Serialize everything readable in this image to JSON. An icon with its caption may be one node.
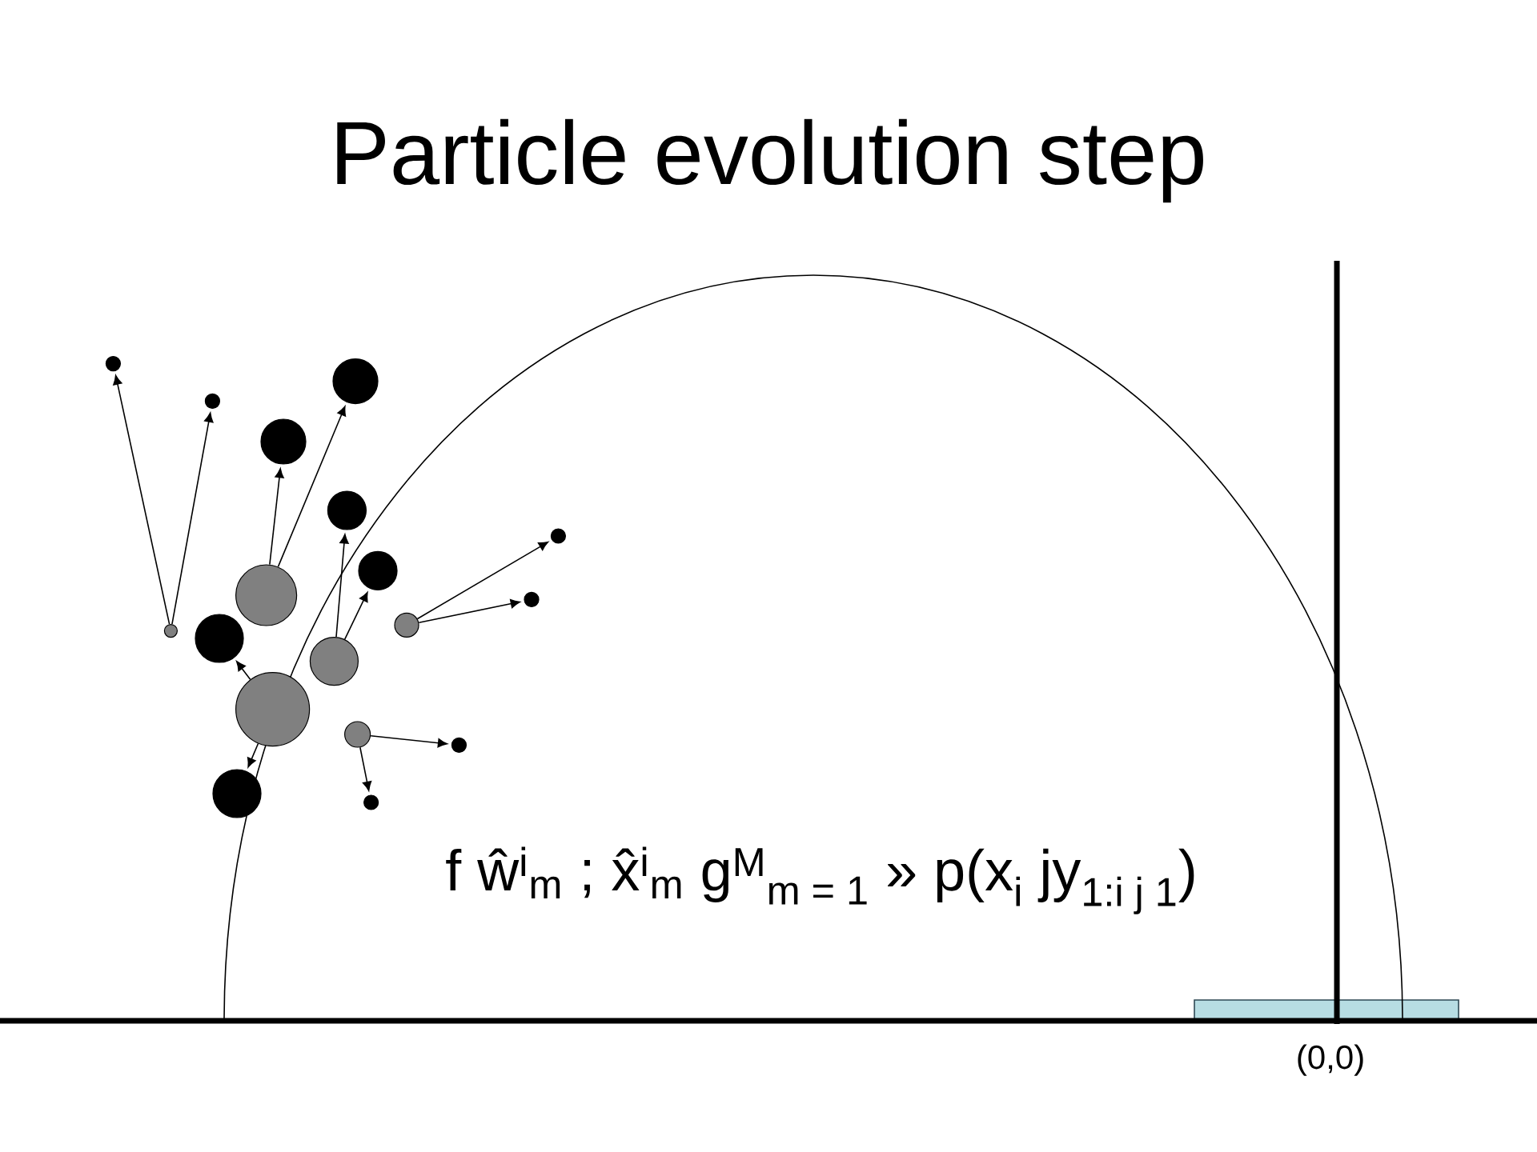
{
  "diagram": {
    "title": "Particle evolution step",
    "nodes": [
      {
        "text": [],
        "shape": "circle"
      },
      {
        "text": [],
        "shape": "circle"
      },
      {
        "text": [],
        "shape": "circle"
      },
      {
        "text": [],
        "shape": "circle"
      },
      {
        "text": [],
        "shape": "circle"
      },
      {
        "text": [],
        "shape": "circle"
      },
      {
        "text": [],
        "shape": "circle"
      },
      {
        "text": [],
        "shape": "circle"
      },
      {
        "text": [],
        "shape": "circle"
      },
      {
        "text": [],
        "shape": "circle"
      },
      {
        "text": [],
        "shape": "circle"
      },
      {
        "text": [],
        "shape": "circle"
      },
      {
        "text": [],
        "shape": "circle"
      },
      {
        "text": [],
        "shape": "circle"
      },
      {
        "text": [],
        "shape": "circle"
      },
      {
        "text": [],
        "shape": "circle"
      },
      {
        "text": [],
        "shape": "circle"
      },
      {
        "text": [],
        "shape": "circle"
      }
    ],
    "edges": [
      {
        "from": 10,
        "to": 0,
        "arrow": "to"
      },
      {
        "from": 10,
        "to": 2,
        "arrow": "to"
      },
      {
        "from": 7,
        "to": 3,
        "arrow": "to"
      },
      {
        "from": 7,
        "to": 1,
        "arrow": "to"
      },
      {
        "from": 12,
        "to": 4,
        "arrow": "to"
      },
      {
        "from": 12,
        "to": 6,
        "arrow": "to"
      },
      {
        "from": 13,
        "to": 11,
        "arrow": "to"
      },
      {
        "from": 13,
        "to": 16,
        "arrow": "to"
      },
      {
        "from": 9,
        "to": 5,
        "arrow": "to"
      },
      {
        "from": 9,
        "to": 8,
        "arrow": "to"
      },
      {
        "from": 14,
        "to": 15,
        "arrow": "to"
      },
      {
        "from": 14,
        "to": 17,
        "arrow": "to"
      }
    ],
    "labels": [
      "f ŵ$^{i}$$_{m}$ ; x̂$^{i}$$_{m}$ g$^{M}$$_{m = 1}$ » p(x$_{i}$ jy$_{1:i j 1}$)",
      "(0,0)"
    ]
  }
}
